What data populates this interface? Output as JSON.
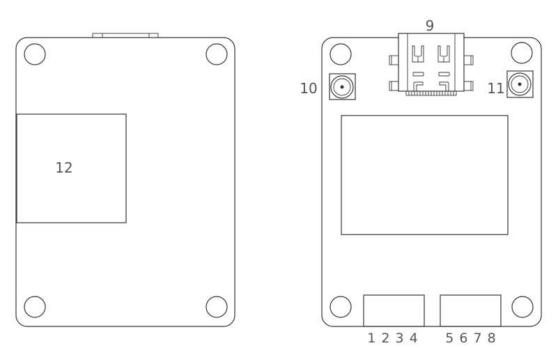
{
  "diagram": {
    "title": "PCB module top and bottom views",
    "stroke_color": "#333333",
    "label_color": "#555555",
    "background": "#ffffff"
  },
  "labels": {
    "usb_c": "9",
    "antenna_left": "10",
    "antenna_right": "11",
    "bottom_pad": "12",
    "pins_left": "1 2 3 4",
    "pins_right": "5 6 7 8"
  },
  "components": [
    {
      "id": "9",
      "name": "USB-C connector",
      "view": "top"
    },
    {
      "id": "10",
      "name": "antenna connector left",
      "view": "top"
    },
    {
      "id": "11",
      "name": "antenna connector right",
      "view": "top"
    },
    {
      "id": "12",
      "name": "bottom pad / shield",
      "view": "bottom"
    },
    {
      "id": "1-4",
      "name": "pin header left",
      "view": "top"
    },
    {
      "id": "5-8",
      "name": "pin header right",
      "view": "top"
    }
  ]
}
